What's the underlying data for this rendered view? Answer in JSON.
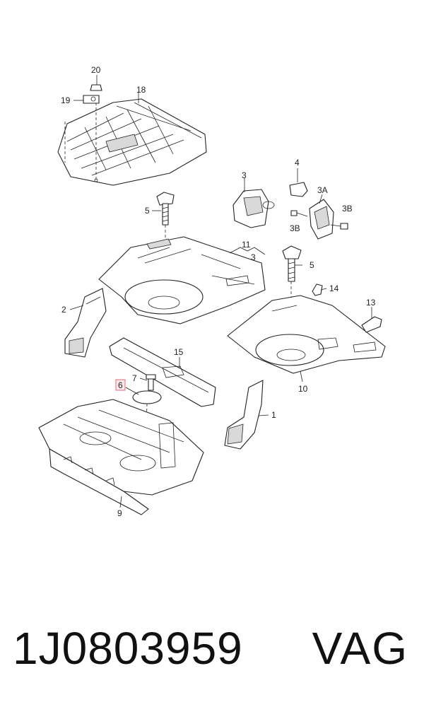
{
  "callouts": {
    "c20": "20",
    "c19": "19",
    "c18": "18",
    "c3a": "3",
    "c4": "4",
    "c3A": "3A",
    "c3B1": "3B",
    "c3B2": "3B",
    "c5a": "5",
    "c11": "11",
    "c3b": "3",
    "c5b": "5",
    "c14": "14",
    "c2": "2",
    "c13": "13",
    "c15": "15",
    "c10": "10",
    "c6": "6",
    "c7": "7",
    "c1": "1",
    "c9": "9"
  },
  "highlight_color": "#e06c7c",
  "footer": {
    "part_number": "1J0803959",
    "brand": "VAG"
  }
}
